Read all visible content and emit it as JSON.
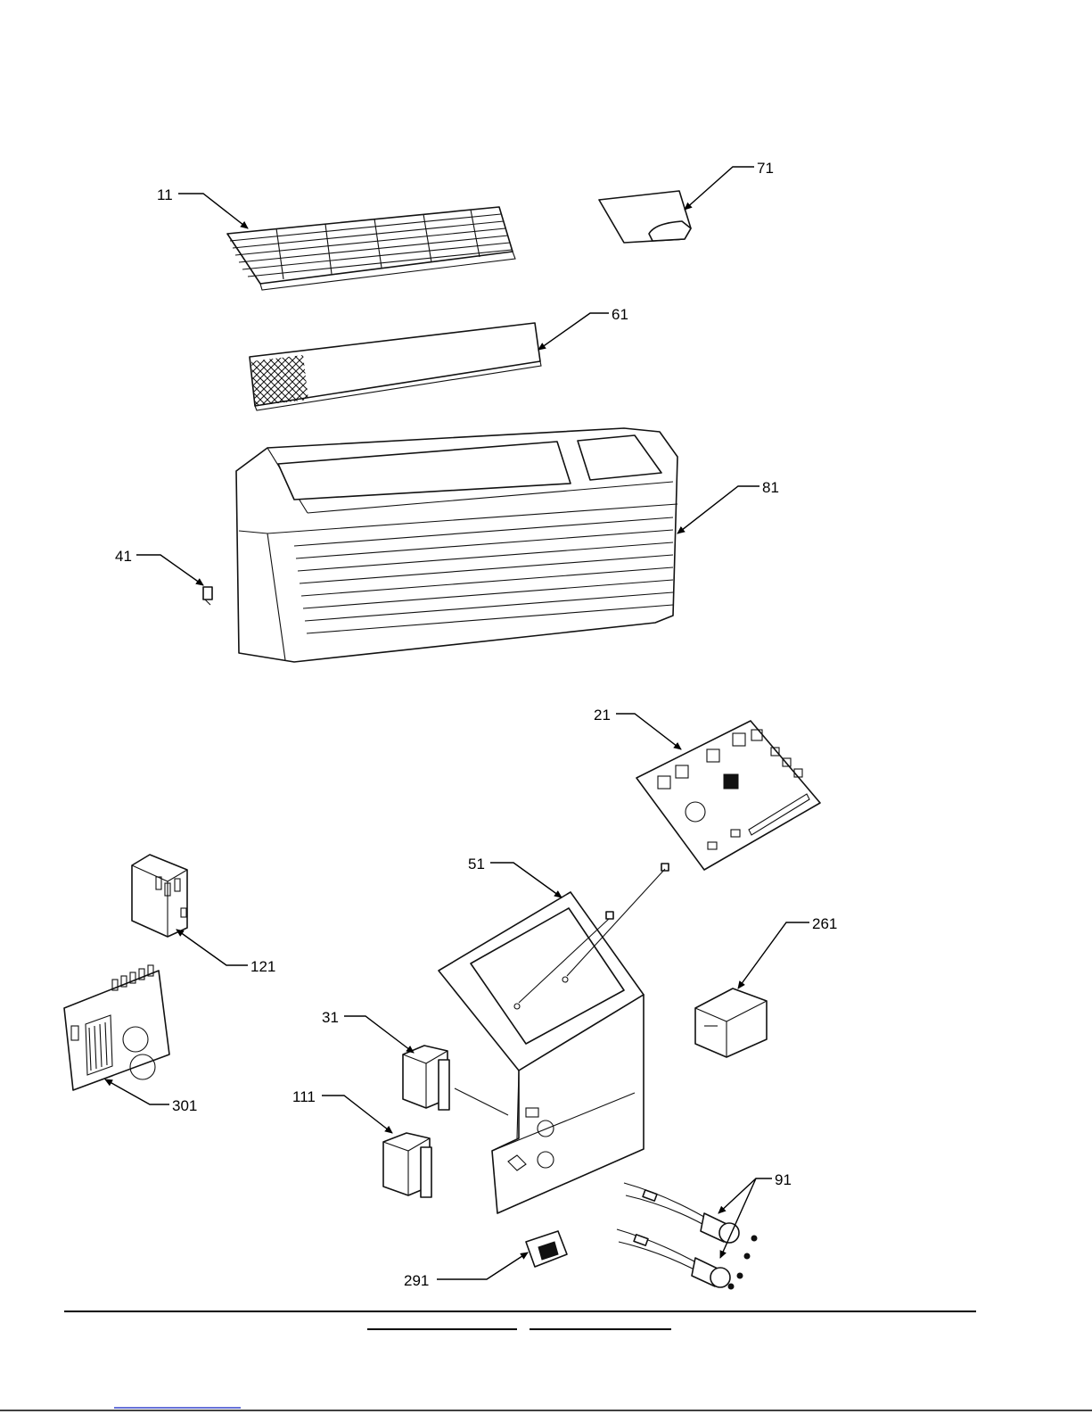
{
  "diagram": {
    "callouts": [
      {
        "id": "11",
        "label": "11"
      },
      {
        "id": "71",
        "label": "71"
      },
      {
        "id": "61",
        "label": "61"
      },
      {
        "id": "81",
        "label": "81"
      },
      {
        "id": "41",
        "label": "41"
      },
      {
        "id": "21",
        "label": "21"
      },
      {
        "id": "51",
        "label": "51"
      },
      {
        "id": "261",
        "label": "261"
      },
      {
        "id": "121",
        "label": "121"
      },
      {
        "id": "301",
        "label": "301"
      },
      {
        "id": "31",
        "label": "31"
      },
      {
        "id": "111",
        "label": "111"
      },
      {
        "id": "91",
        "label": "91"
      },
      {
        "id": "291",
        "label": "291"
      }
    ]
  },
  "colors": {
    "line": "#000000",
    "link": "#3344cc",
    "background": "#ffffff"
  }
}
